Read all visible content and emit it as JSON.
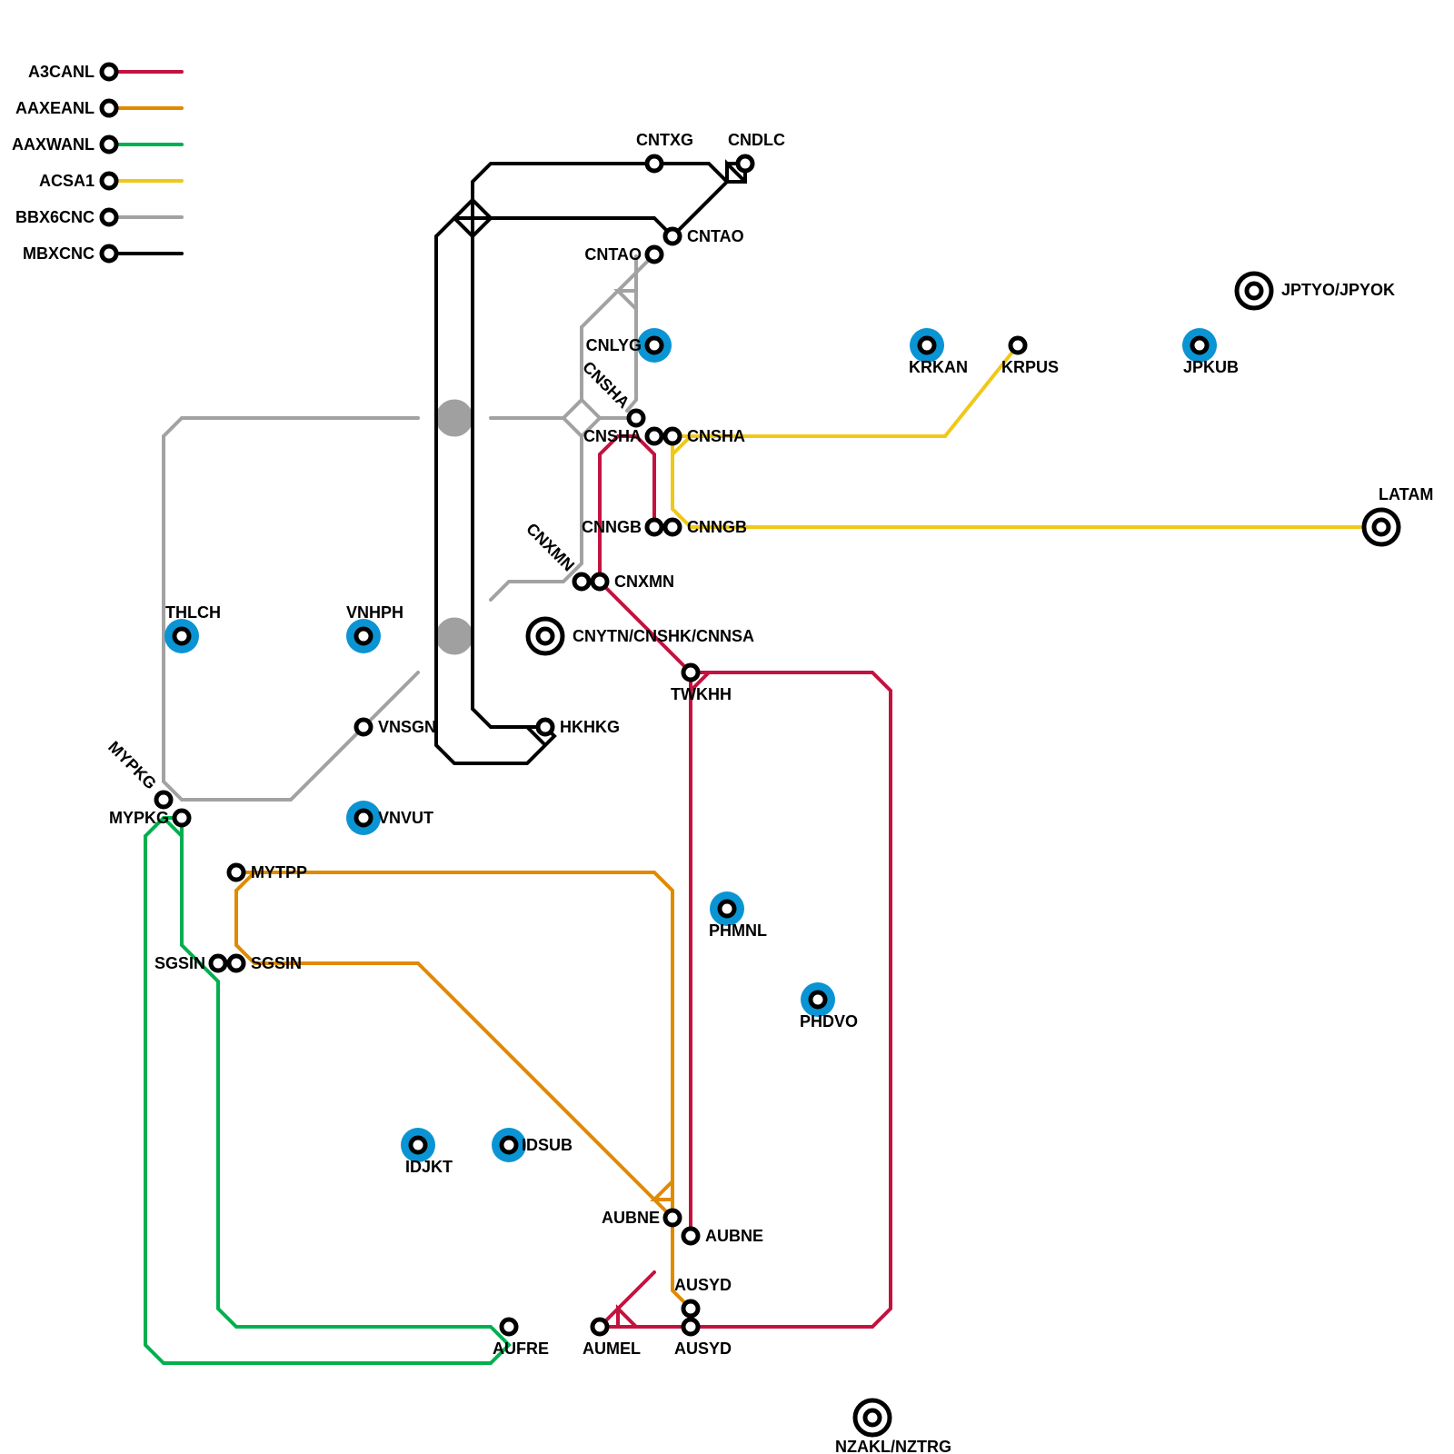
{
  "colors": {
    "A3CANL": "#c4123f",
    "AAXEANL": "#e08a00",
    "AAXWANL": "#00b04f",
    "ACSA1": "#f0c819",
    "BBX6CNC": "#a2a2a2",
    "MBXCNC": "#000000",
    "hub": "#0b94d3"
  },
  "legend": [
    {
      "id": "A3CANL",
      "label": "A3CANL"
    },
    {
      "id": "AAXEANL",
      "label": "AAXEANL"
    },
    {
      "id": "AAXWANL",
      "label": "AAXWANL"
    },
    {
      "id": "ACSA1",
      "label": "ACSA1"
    },
    {
      "id": "BBX6CNC",
      "label": "BBX6CNC"
    },
    {
      "id": "MBXCNC",
      "label": "MBXCNC"
    }
  ],
  "stations": {
    "cntxg": "CNTXG",
    "cndlc": "CNDLC",
    "cntao_a": "CNTAO",
    "cntao_b": "CNTAO",
    "cnlyg": "CNLYG",
    "cnsha_diag": "CNSHA",
    "cnsha_left": "CNSHA",
    "cnsha_right": "CNSHA",
    "cnngb_left": "CNNGB",
    "cnngb_right": "CNNGB",
    "cnxmn_diag": "CNXMN",
    "cnxmn": "CNXMN",
    "cnytn_group": "CNYTN/CNSHK/CNNSA",
    "twkhh": "TWKHH",
    "hkhkg": "HKHKG",
    "krkan": "KRKAN",
    "krpus": "KRPUS",
    "jpkub": "JPKUB",
    "jptyo_group": "JPTYO/JPYOK",
    "latam": "LATAM",
    "thlch": "THLCH",
    "vnhph": "VNHPH",
    "vnsgn": "VNSGN",
    "vnvut": "VNVUT",
    "mypkg_diag": "MYPKG",
    "mypkg": "MYPKG",
    "mytpp": "MYTPP",
    "sgsin_left": "SGSIN",
    "sgsin_right": "SGSIN",
    "phmnl": "PHMNL",
    "phdvo": "PHDVO",
    "idjkt": "IDJKT",
    "idsub": "IDSUB",
    "aubne_left": "AUBNE",
    "aubne_right": "AUBNE",
    "ausyd_top": "AUSYD",
    "ausyd_bottom": "AUSYD",
    "aumel": "AUMEL",
    "aufre": "AUFRE",
    "nzakl_group": "NZAKL/NZTRG"
  }
}
